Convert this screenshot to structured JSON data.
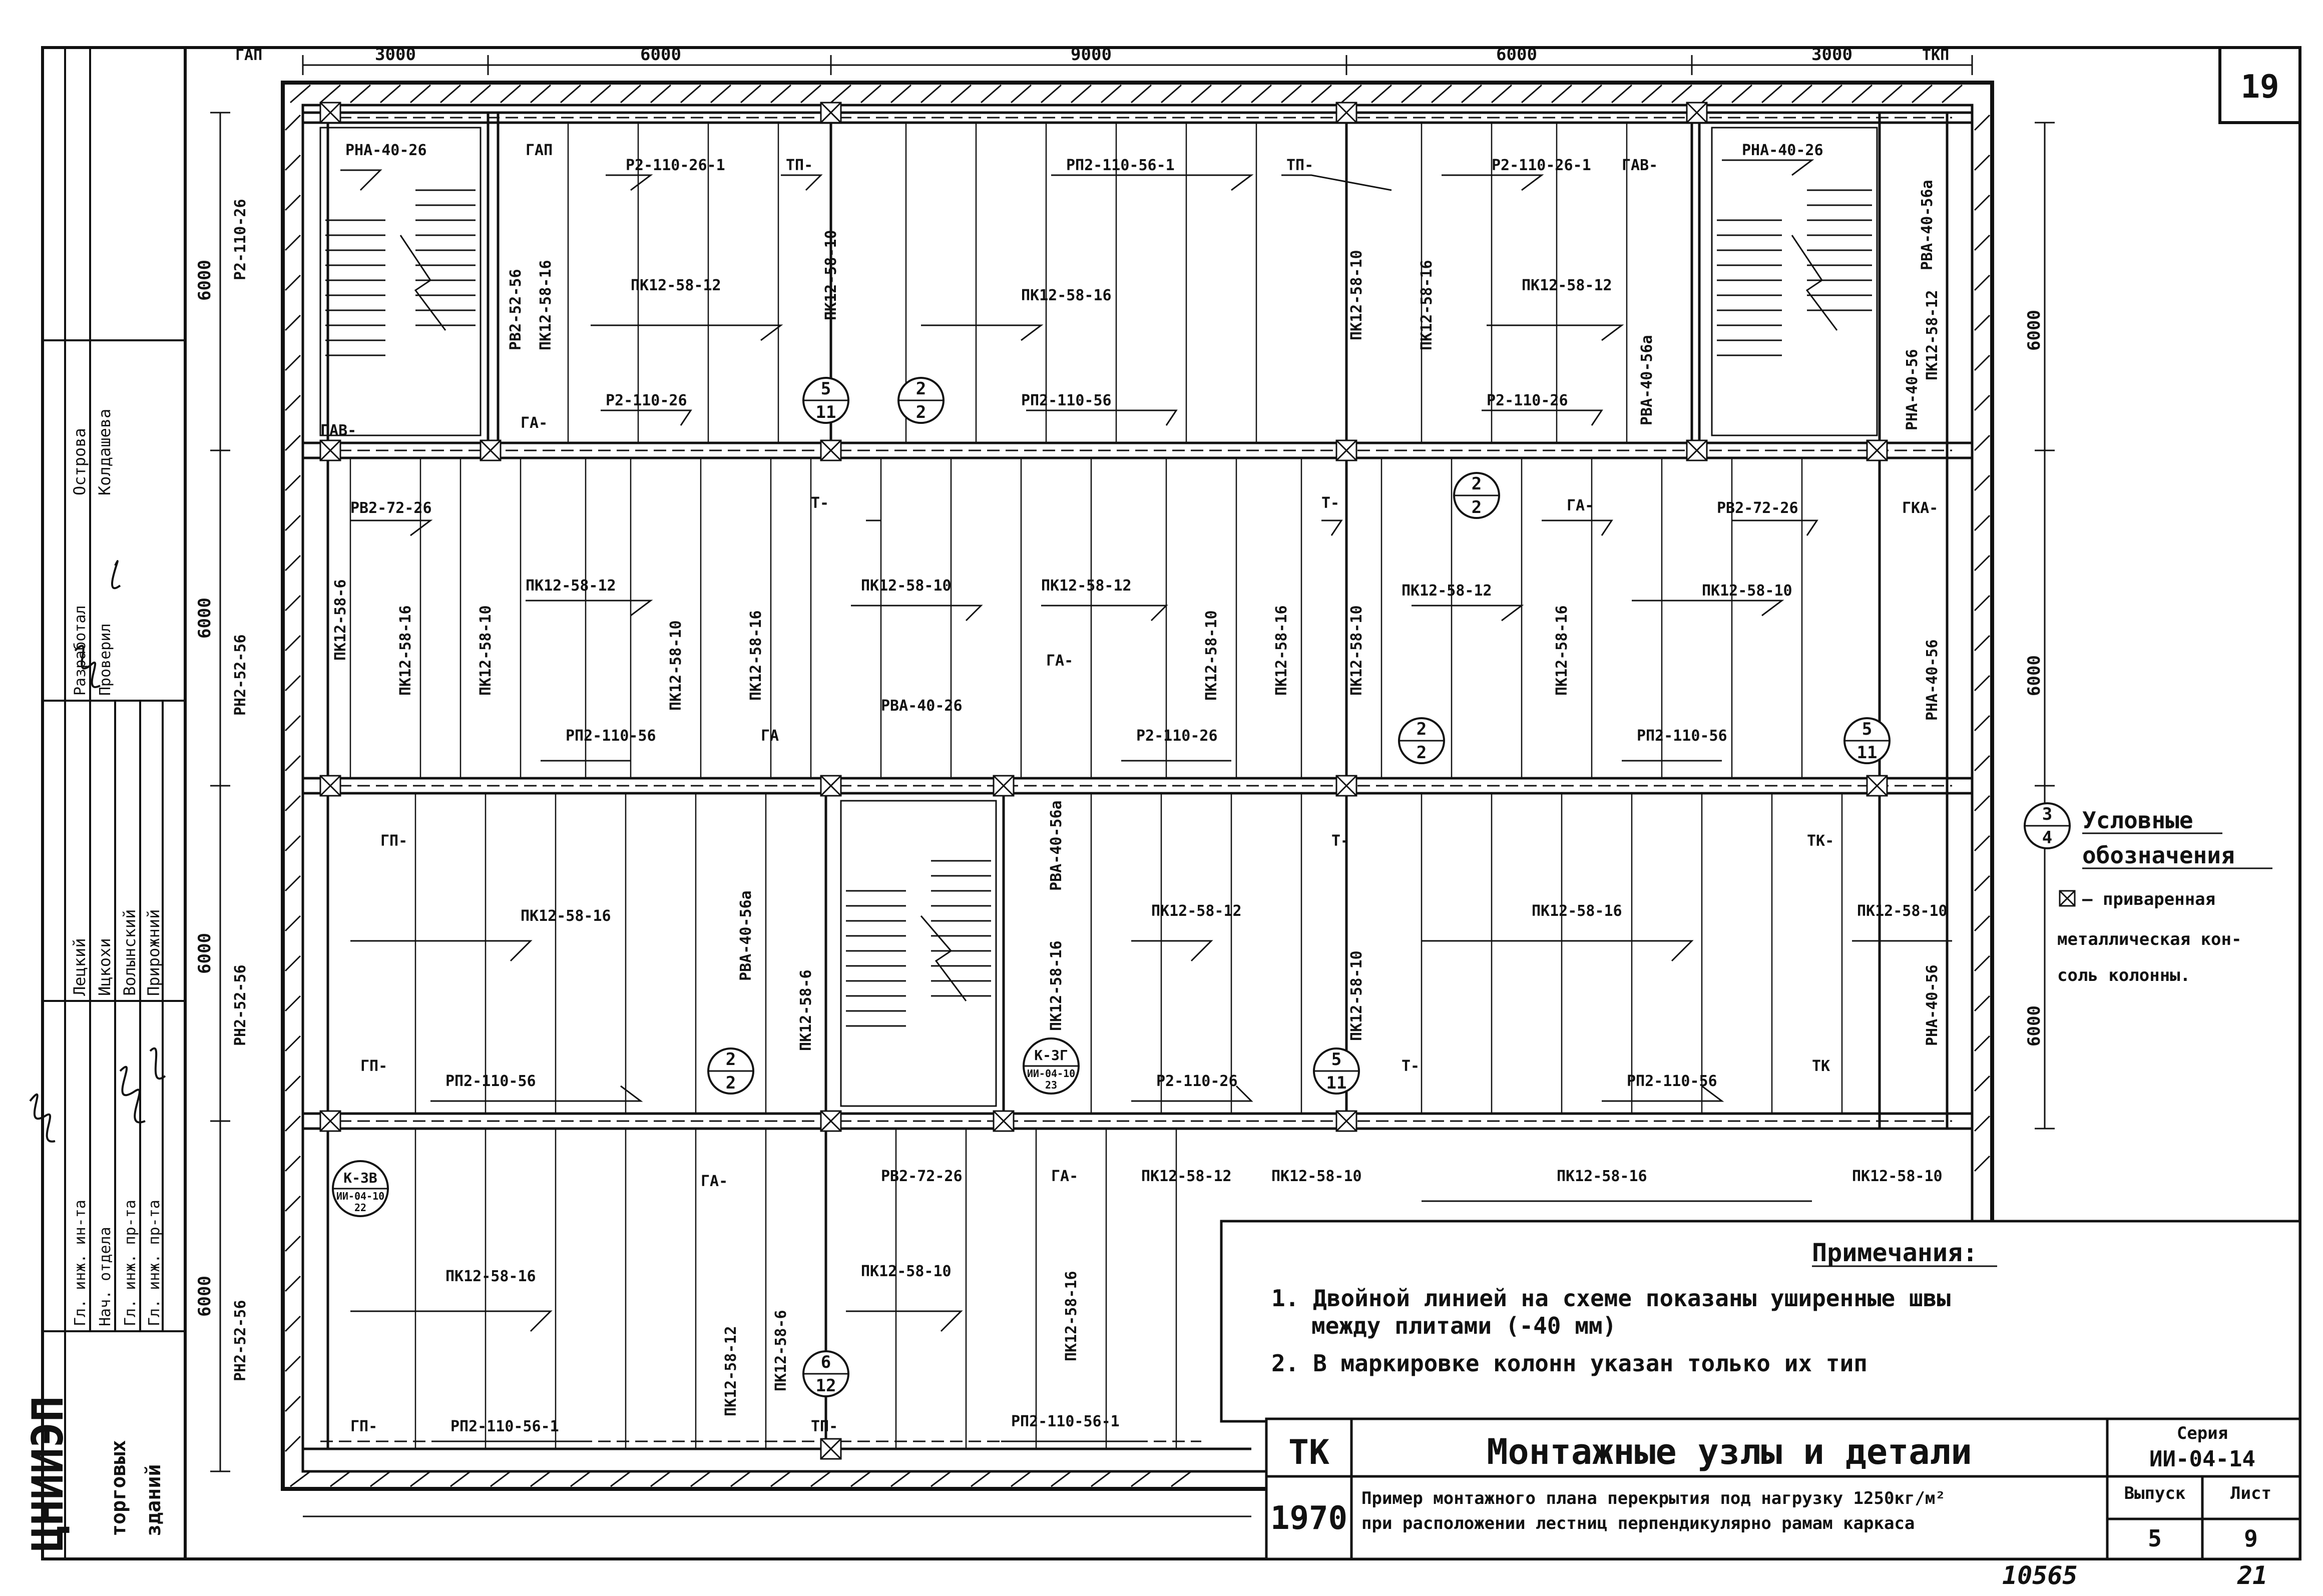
{
  "sheet_number": "19",
  "top_dimensions": [
    "3000",
    "6000",
    "9000",
    "6000",
    "3000"
  ],
  "left_dimensions": [
    "6000",
    "6000",
    "6000",
    "6000"
  ],
  "right_dimensions": [
    "6000",
    "6000",
    "6000"
  ],
  "row1": {
    "l1": "ГАП",
    "l2": "ТКП",
    "a": "РНА-40-26",
    "b": "ГАП",
    "c": "Р2-110-26-1",
    "d": "ТП-",
    "e": "РП2-110-56-1",
    "f": "ТП-",
    "g": "Р2-110-26-1",
    "h": "ГАВ-",
    "i": "РНА-40-26",
    "j": "РВА-40-56а",
    "k": "Р2-110-26",
    "m": "РВ2-52-56",
    "n": "ПК12-58-16",
    "o": "ПК12-58-12",
    "p": "ПК12-58-10",
    "q": "ПК12-58-16",
    "r": "ПК12-58-10",
    "s": "ПК12-58-16",
    "t": "ПК12-58-12",
    "u": "РВА-40-56а",
    "v": "РНА-40-56",
    "w": "ПК12-58-12",
    "x": "ГАВ-",
    "y": "ГА-",
    "z": "Р2-110-26",
    "aa": "РП2-110-56",
    "bb": "Р2-110-26"
  },
  "row2": {
    "a": "РВ2-72-26",
    "b": "Т-",
    "c": "Т-",
    "d": "ГА-",
    "e": "РВ2-72-26",
    "f": "ГКА-",
    "g": "ПК12-58-6",
    "h": "ПК12-58-16",
    "i": "ПК12-58-10",
    "j": "ПК12-58-12",
    "k": "ПК12-58-10",
    "l": "ПК12-58-16",
    "m": "ПК12-58-10",
    "n": "ПК12-58-12",
    "o": "ПК12-58-10",
    "p": "ПК12-58-16",
    "q": "ПК12-58-10",
    "r": "ПК12-58-12",
    "s": "ПК12-58-16",
    "t": "ПК12-58-10",
    "u": "РНА-40-56",
    "v": "ГА-",
    "w": "РВА-40-26",
    "x": "ГА",
    "y": "РП2-110-56",
    "z": "Р2-110-26",
    "aa": "РП2-110-56",
    "bb": "РН2-52-56"
  },
  "row3": {
    "a": "ГП-",
    "b": "ПК12-58-16",
    "c": "РВА-40-56а",
    "d": "ПК12-58-6",
    "e": "РВА-40-56а",
    "f": "ПК12-58-16",
    "g": "ПК12-58-12",
    "h": "Т-",
    "i": "ПК12-58-10",
    "j": "ПК12-58-16",
    "k": "ТК-",
    "l": "ПК12-58-10",
    "m": "РНА-40-56",
    "n": "ГП-",
    "o": "РП2-110-56",
    "p": "Р2-110-26",
    "q": "Т-",
    "r": "РП2-110-56",
    "s": "ТК",
    "t": "РН2-52-56"
  },
  "row4": {
    "a": "ГА-",
    "b": "РВ2-72-26",
    "c": "ГА-",
    "d": "ПК12-58-12",
    "e": "ПК12-58-10",
    "f": "ПК12-58-16",
    "g": "ПК12-58-10",
    "h": "ПК12-58-16",
    "i": "ПК12-58-12",
    "j": "ПК12-58-6",
    "k": "ПК12-58-10",
    "l": "ПК12-58-16",
    "m": "ГП-",
    "n": "РП2-110-56-1",
    "o": "ТП-",
    "p": "РП2-110-56-1",
    "q": "РН2-52-56"
  },
  "marks": [
    {
      "top": "5",
      "bottom": "11"
    },
    {
      "top": "2",
      "bottom": "2"
    },
    {
      "top": "2",
      "bottom": "2"
    },
    {
      "top": "2",
      "bottom": "2"
    },
    {
      "top": "5",
      "bottom": "11"
    },
    {
      "top": "2",
      "bottom": "2"
    },
    {
      "top": "5",
      "bottom": "11"
    },
    {
      "top": "6",
      "bottom": "12"
    },
    {
      "top": "3",
      "bottom": "4"
    }
  ],
  "nodes": [
    {
      "top": "К-3Г",
      "bottom": "ИИ-04-10",
      "num": "23"
    },
    {
      "top": "К-3В",
      "bottom": "ИИ-04-10",
      "num": "22"
    }
  ],
  "legend": {
    "title_1": "Условные",
    "title_2": "обозначения",
    "line_1": "— приваренная",
    "line_2": "металлическая кон-",
    "line_3": "соль колонны."
  },
  "notes": {
    "title": "Примечания:",
    "n1a": "1. Двойной линией на схеме показаны уширенные швы",
    "n1b": "между плитами (-40 мм)",
    "n2": "2. В маркировке колонн указан только их тип"
  },
  "title_block": {
    "code": "ТК",
    "year": "1970",
    "title": "Монтажные узлы и детали",
    "subtitle_1": "Пример монтажного плана перекрытия под нагрузку 1250кг/м²",
    "subtitle_2": "при расположении лестниц перпендикулярно рамам каркаса",
    "series_label": "Серия",
    "series": "ИИ-04-14",
    "issue_label": "Выпуск",
    "issue": "5",
    "sheet_label": "Лист",
    "sheet": "9"
  },
  "side_stamp": {
    "org": "ЦНИИЭП",
    "org_2": "торговых",
    "org_3": "зданий",
    "role_1": "Гл. инж. ин-та",
    "role_2": "Нач. отдела",
    "role_3": "Гл. инж. пр-та",
    "role_4": "Гл. инж. пр-та",
    "name_1": "Лецкий",
    "name_2": "Ицкохи",
    "name_3": "Волынский",
    "name_4": "Прирожний",
    "role_5": "Разработал",
    "role_6": "Проверил",
    "name_5": "Острова",
    "name_6": "Колдашева"
  },
  "footer": {
    "archive_number": "10565",
    "page": "21"
  }
}
